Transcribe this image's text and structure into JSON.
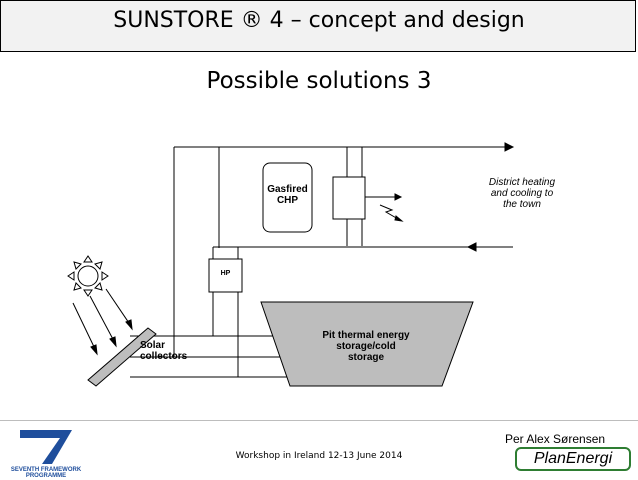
{
  "header": {
    "title": "SUNSTORE ® 4 – concept and design"
  },
  "slide": {
    "subtitle": "Possible solutions 3"
  },
  "diagram": {
    "gas_chp": {
      "line1": "Gasfired",
      "line2": "CHP"
    },
    "hp": {
      "label": "HP"
    },
    "district": {
      "line1": "District heating",
      "line2": "and cooling to",
      "line3": "the town"
    },
    "pit": {
      "line1": "Pit thermal energy",
      "line2": "storage/cold",
      "line3": "storage"
    },
    "solar": {
      "line1": "Solar",
      "line2": "collectors"
    }
  },
  "footer": {
    "workshop": "Workshop in Ireland 12-13 June 2014",
    "author": "Per Alex Sørensen",
    "fp7_logo_text": "SEVENTH FRAMEWORK PROGRAMME",
    "planenergi_logo_text": "PlanEnergi"
  },
  "colors": {
    "brand_green": "#2e7d32",
    "fp7_blue": "#1f4e9c"
  }
}
